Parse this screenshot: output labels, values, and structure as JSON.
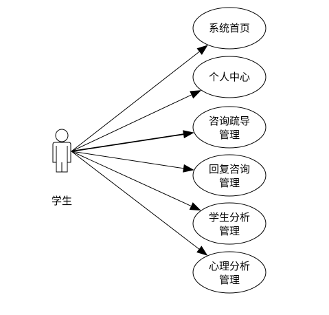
{
  "actor": {
    "label": "学生",
    "icon": "stick-figure"
  },
  "use_cases": [
    {
      "lines": [
        "系统首页"
      ]
    },
    {
      "lines": [
        "个人中心"
      ]
    },
    {
      "lines": [
        "咨询疏导",
        "管理"
      ]
    },
    {
      "lines": [
        "回复咨询",
        "管理"
      ]
    },
    {
      "lines": [
        "学生分析",
        "管理"
      ]
    },
    {
      "lines": [
        "心理分析",
        "管理"
      ]
    }
  ],
  "colors": {
    "stroke": "#000000",
    "background": "#ffffff"
  }
}
